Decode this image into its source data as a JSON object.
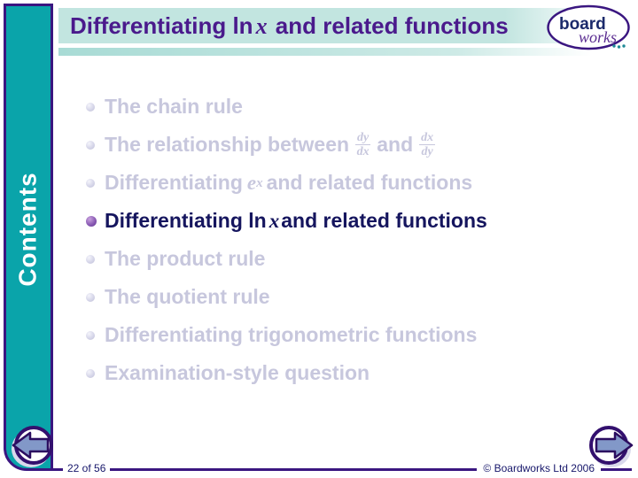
{
  "header": {
    "title": {
      "pre": "Differentiating ln",
      "var": "x",
      "post": "and related functions"
    }
  },
  "logo": {
    "word1": "board",
    "word2": "works"
  },
  "sidebar": {
    "label": "Contents"
  },
  "contents": {
    "items": [
      {
        "label": "The chain rule",
        "active": false
      },
      {
        "pre": "The relationship between",
        "frac1": {
          "num": "dy",
          "den": "dx"
        },
        "mid": "and",
        "frac2": {
          "num": "dx",
          "den": "dy"
        },
        "active": false
      },
      {
        "pre": "Differentiating",
        "base": "e",
        "sup": "x",
        "post": "and related functions",
        "active": false
      },
      {
        "pre": "Differentiating ln",
        "var": "x",
        "post": "and related functions",
        "active": true
      },
      {
        "label": "The product rule",
        "active": false
      },
      {
        "label": "The quotient rule",
        "active": false
      },
      {
        "label": "Differentiating trigonometric functions",
        "active": false
      },
      {
        "label": "Examination-style question",
        "active": false
      }
    ]
  },
  "footer": {
    "page": "22 of 56",
    "copyright": "© Boardworks Ltd 2006"
  },
  "colors": {
    "sidebar_teal": "#0AA4AA",
    "border_purple": "#3A1680",
    "title_purple": "#4A1A8C",
    "active_navy": "#15155E",
    "inactive_lavender": "#C7C7DD",
    "header_teal": "#C2E5E0",
    "arrow_blue": "#8298C8"
  }
}
